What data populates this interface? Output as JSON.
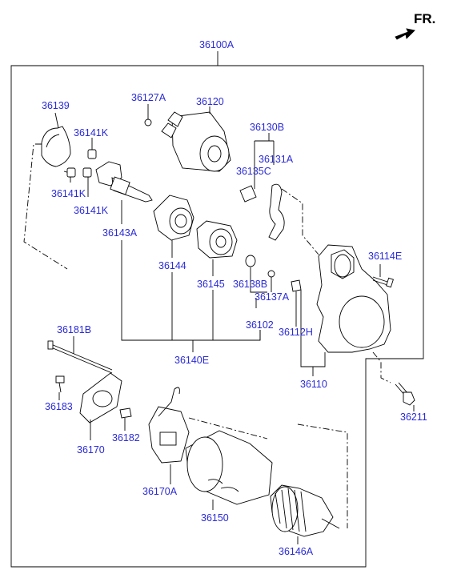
{
  "header": {
    "fr_label": "FR."
  },
  "colors": {
    "label": "#2a2ad8",
    "line": "#000000"
  },
  "parts": {
    "p36100A": "36100A",
    "p36139": "36139",
    "p36127A": "36127A",
    "p36120": "36120",
    "p36130B": "36130B",
    "p36141K_a": "36141K",
    "p36131A": "36131A",
    "p36135C": "36135C",
    "p36141K_b": "36141K",
    "p36141K_c": "36141K",
    "p36143A": "36143A",
    "p36114E": "36114E",
    "p36144": "36144",
    "p36145": "36145",
    "p36138B": "36138B",
    "p36137A": "36137A",
    "p36181B": "36181B",
    "p36102": "36102",
    "p36112H": "36112H",
    "p36140E": "36140E",
    "p36110": "36110",
    "p36183": "36183",
    "p36211": "36211",
    "p36182": "36182",
    "p36170": "36170",
    "p36170A": "36170A",
    "p36150": "36150",
    "p36146A": "36146A"
  }
}
